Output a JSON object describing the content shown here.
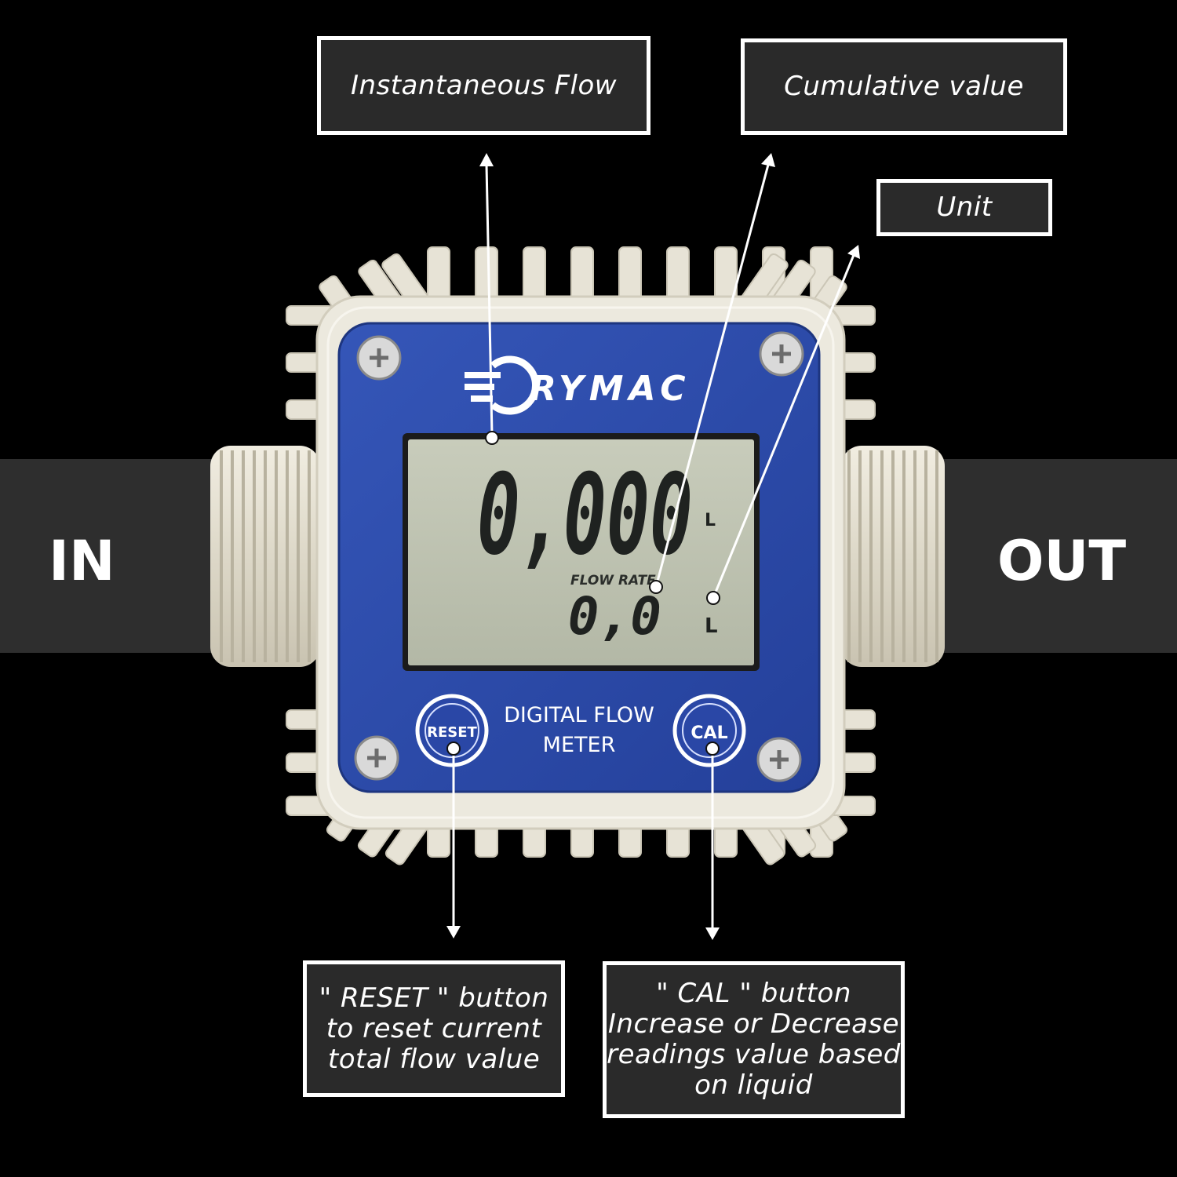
{
  "side_labels": {
    "inlet": "IN",
    "outlet": "OUT"
  },
  "device": {
    "brand": "RYMAC",
    "display": {
      "main_value": "0,000",
      "main_unit": "L",
      "flow_rate_label": "FLOW RATE",
      "rate_value": "0,0",
      "rate_unit": "L"
    },
    "buttons": {
      "reset": "RESET",
      "cal": "CAL"
    },
    "caption": [
      "DIGITAL FLOW",
      "METER"
    ]
  },
  "callouts": {
    "instantaneous_flow": "Instantaneous Flow",
    "cumulative_value": "Cumulative value",
    "unit": "Unit",
    "reset_button": [
      "\" RESET \" button",
      "to reset current",
      "total flow value"
    ],
    "cal_button": [
      "\" CAL \" button",
      "Increase or Decrease",
      "readings value based",
      "on liquid"
    ]
  },
  "colors": {
    "background": "#000000",
    "pipe_band": "#2e2e2e",
    "housing": "#e9e6da",
    "faceplate": "#2f4fae",
    "lcd": "#bfc4b2",
    "callout_fill": "#2a2a2a"
  }
}
